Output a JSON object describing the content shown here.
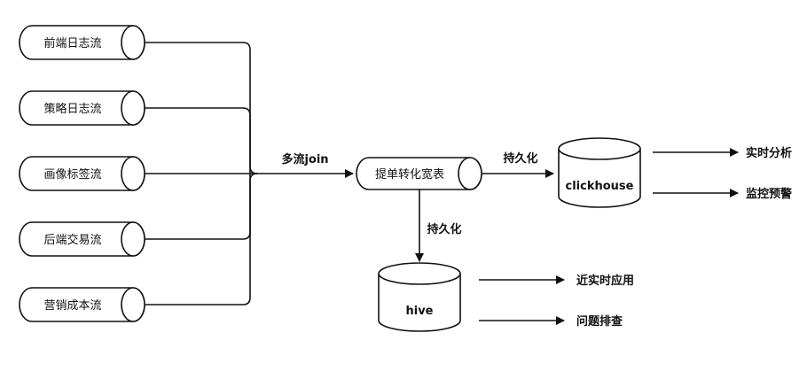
{
  "sources": [
    {
      "label": "前端日志流"
    },
    {
      "label": "策略日志流"
    },
    {
      "label": "画像标签流"
    },
    {
      "label": "后端交易流"
    },
    {
      "label": "营销成本流"
    }
  ],
  "join_label": "多流join",
  "wide_table": {
    "label": "提单转化宽表"
  },
  "persist_label_right": "持久化",
  "persist_label_down": "持久化",
  "clickhouse": {
    "label": "clickhouse",
    "outputs": [
      "实时分析",
      "监控预警"
    ]
  },
  "hive": {
    "label": "hive",
    "outputs": [
      "近实时应用",
      "问题排查"
    ]
  }
}
